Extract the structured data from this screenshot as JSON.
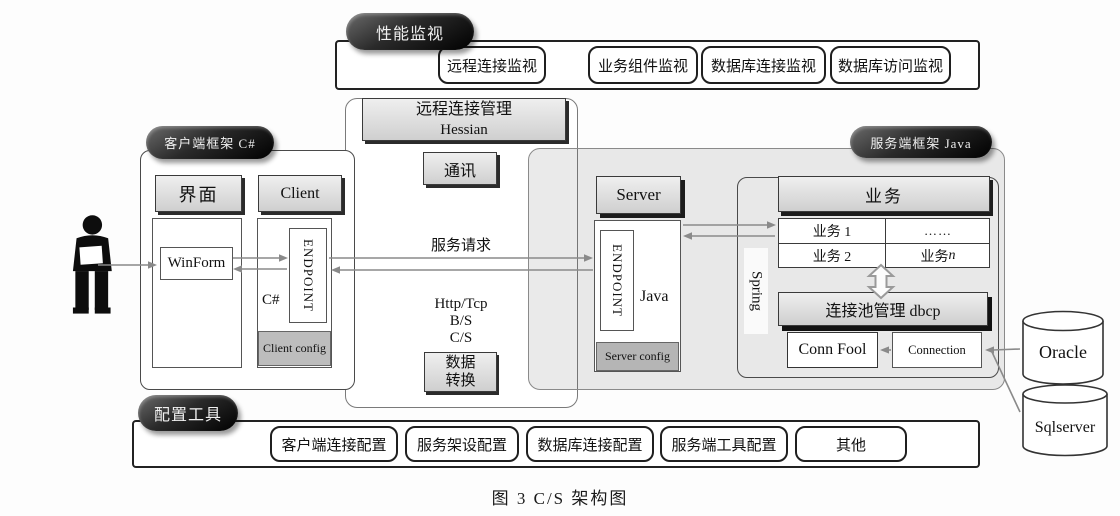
{
  "figure": {
    "caption": "图 3  C/S 架构图"
  },
  "monitor": {
    "badge": "性能监视",
    "items": [
      "远程连接监视",
      "业务组件监视",
      "数据库连接监视",
      "数据库访问监视"
    ]
  },
  "remote": {
    "title": "远程连接管理",
    "subtitle": "Hessian",
    "comm_label": "通讯",
    "service_request": "服务请求",
    "protocols": [
      "Http/Tcp",
      "B/S",
      "C/S"
    ],
    "transform": [
      "数据",
      "转换"
    ]
  },
  "client": {
    "badge": "客户端框架 C#",
    "ui_label": "界面",
    "client_label": "Client",
    "winform_label": "WinForm",
    "endpoint_label": "ENDPOINT",
    "lang_label": "C#",
    "config_label": "Client config"
  },
  "server": {
    "badge": "服务端框架 Java",
    "server_label": "Server",
    "endpoint_label": "ENDPOINT",
    "lang_label": "Java",
    "config_label": "Server config",
    "spring_label": "Spring",
    "business_header": "业务",
    "business_1": "业务 1",
    "business_dots": "……",
    "business_2": "业务 2",
    "business_n_prefix": "业务 ",
    "business_n_var": "n",
    "pool_label": "连接池管理 dbcp",
    "connpool_label": "Conn Fool",
    "connection_label": "Connection"
  },
  "databases": {
    "top": "Oracle",
    "bottom": "Sqlserver"
  },
  "config": {
    "badge": "配置工具",
    "items": [
      "客户端连接配置",
      "服务架设配置",
      "数据库连接配置",
      "服务端工具配置",
      "其他"
    ]
  },
  "colors": {
    "badge_fill": "#1e1e1e",
    "badge_text": "#f0f0f0",
    "box_fill": "#d9d9d9",
    "box_shadow": "#2b2b2b",
    "frame_fill": "#ebebeb",
    "config_fill": "#bdbdbd",
    "arrow": "#8a8a8a",
    "border_dark": "#222222"
  }
}
